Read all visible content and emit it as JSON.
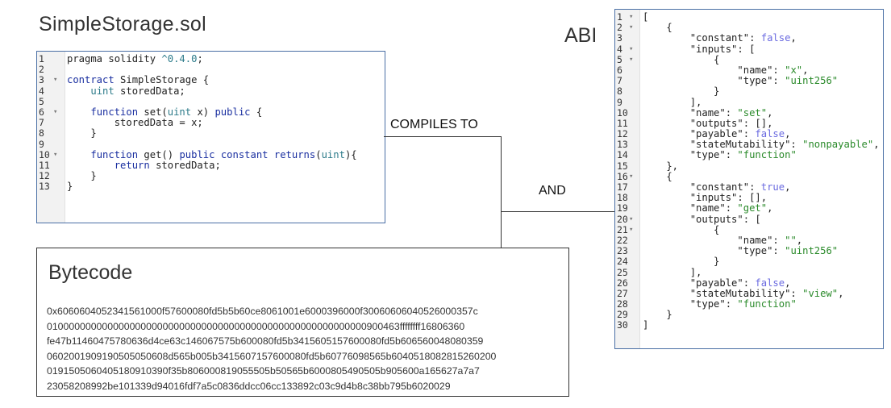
{
  "solidity": {
    "title": "SimpleStorage.sol",
    "lines": [
      {
        "n": "1",
        "fold": false,
        "parts": [
          {
            "t": "pragma solidity ",
            "c": ""
          },
          {
            "t": "^0.4.0",
            "c": "num"
          },
          {
            "t": ";",
            "c": ""
          }
        ]
      },
      {
        "n": "2",
        "fold": false,
        "parts": []
      },
      {
        "n": "3",
        "fold": true,
        "parts": [
          {
            "t": "contract",
            "c": "kw"
          },
          {
            "t": " SimpleStorage {",
            "c": ""
          }
        ]
      },
      {
        "n": "4",
        "fold": false,
        "parts": [
          {
            "t": "    ",
            "c": ""
          },
          {
            "t": "uint",
            "c": "type"
          },
          {
            "t": " storedData;",
            "c": ""
          }
        ]
      },
      {
        "n": "5",
        "fold": false,
        "parts": []
      },
      {
        "n": "6",
        "fold": true,
        "parts": [
          {
            "t": "    ",
            "c": ""
          },
          {
            "t": "function",
            "c": "kw"
          },
          {
            "t": " set(",
            "c": ""
          },
          {
            "t": "uint",
            "c": "type"
          },
          {
            "t": " x) ",
            "c": ""
          },
          {
            "t": "public",
            "c": "kw"
          },
          {
            "t": " {",
            "c": ""
          }
        ]
      },
      {
        "n": "7",
        "fold": false,
        "parts": [
          {
            "t": "        storedData = x;",
            "c": ""
          }
        ]
      },
      {
        "n": "8",
        "fold": false,
        "parts": [
          {
            "t": "    }",
            "c": ""
          }
        ]
      },
      {
        "n": "9",
        "fold": false,
        "parts": []
      },
      {
        "n": "10",
        "fold": true,
        "parts": [
          {
            "t": "    ",
            "c": ""
          },
          {
            "t": "function",
            "c": "kw"
          },
          {
            "t": " get() ",
            "c": ""
          },
          {
            "t": "public",
            "c": "kw"
          },
          {
            "t": " ",
            "c": ""
          },
          {
            "t": "constant",
            "c": "kw"
          },
          {
            "t": " ",
            "c": ""
          },
          {
            "t": "returns",
            "c": "kw"
          },
          {
            "t": "(",
            "c": ""
          },
          {
            "t": "uint",
            "c": "type"
          },
          {
            "t": "){",
            "c": ""
          }
        ]
      },
      {
        "n": "11",
        "fold": false,
        "parts": [
          {
            "t": "        ",
            "c": ""
          },
          {
            "t": "return",
            "c": "kw"
          },
          {
            "t": " storedData;",
            "c": ""
          }
        ]
      },
      {
        "n": "12",
        "fold": false,
        "parts": [
          {
            "t": "    }",
            "c": ""
          }
        ]
      },
      {
        "n": "13",
        "fold": false,
        "parts": [
          {
            "t": "}",
            "c": ""
          }
        ]
      }
    ]
  },
  "labels": {
    "compiles_to": "COMPILES TO",
    "and": "AND"
  },
  "abi": {
    "title": "ABI",
    "lines": [
      {
        "n": "1",
        "fold": true,
        "parts": [
          {
            "t": "[",
            "c": ""
          }
        ]
      },
      {
        "n": "2",
        "fold": true,
        "parts": [
          {
            "t": "    {",
            "c": ""
          }
        ]
      },
      {
        "n": "3",
        "fold": false,
        "parts": [
          {
            "t": "        \"constant\": ",
            "c": ""
          },
          {
            "t": "false",
            "c": "const"
          },
          {
            "t": ",",
            "c": ""
          }
        ]
      },
      {
        "n": "4",
        "fold": true,
        "parts": [
          {
            "t": "        \"inputs\": [",
            "c": ""
          }
        ]
      },
      {
        "n": "5",
        "fold": true,
        "parts": [
          {
            "t": "            {",
            "c": ""
          }
        ]
      },
      {
        "n": "6",
        "fold": false,
        "parts": [
          {
            "t": "                \"name\": ",
            "c": ""
          },
          {
            "t": "\"x\"",
            "c": "str"
          },
          {
            "t": ",",
            "c": ""
          }
        ]
      },
      {
        "n": "7",
        "fold": false,
        "parts": [
          {
            "t": "                \"type\": ",
            "c": ""
          },
          {
            "t": "\"uint256\"",
            "c": "str"
          }
        ]
      },
      {
        "n": "8",
        "fold": false,
        "parts": [
          {
            "t": "            }",
            "c": ""
          }
        ]
      },
      {
        "n": "9",
        "fold": false,
        "parts": [
          {
            "t": "        ],",
            "c": ""
          }
        ]
      },
      {
        "n": "10",
        "fold": false,
        "parts": [
          {
            "t": "        \"name\": ",
            "c": ""
          },
          {
            "t": "\"set\"",
            "c": "str"
          },
          {
            "t": ",",
            "c": ""
          }
        ]
      },
      {
        "n": "11",
        "fold": false,
        "parts": [
          {
            "t": "        \"outputs\": [],",
            "c": ""
          }
        ]
      },
      {
        "n": "12",
        "fold": false,
        "parts": [
          {
            "t": "        \"payable\": ",
            "c": ""
          },
          {
            "t": "false",
            "c": "const"
          },
          {
            "t": ",",
            "c": ""
          }
        ]
      },
      {
        "n": "13",
        "fold": false,
        "parts": [
          {
            "t": "        \"stateMutability\": ",
            "c": ""
          },
          {
            "t": "\"nonpayable\"",
            "c": "str"
          },
          {
            "t": ",",
            "c": ""
          }
        ]
      },
      {
        "n": "14",
        "fold": false,
        "parts": [
          {
            "t": "        \"type\": ",
            "c": ""
          },
          {
            "t": "\"function\"",
            "c": "str"
          }
        ]
      },
      {
        "n": "15",
        "fold": false,
        "parts": [
          {
            "t": "    },",
            "c": ""
          }
        ]
      },
      {
        "n": "16",
        "fold": true,
        "parts": [
          {
            "t": "    {",
            "c": ""
          }
        ]
      },
      {
        "n": "17",
        "fold": false,
        "parts": [
          {
            "t": "        \"constant\": ",
            "c": ""
          },
          {
            "t": "true",
            "c": "const"
          },
          {
            "t": ",",
            "c": ""
          }
        ]
      },
      {
        "n": "18",
        "fold": false,
        "parts": [
          {
            "t": "        \"inputs\": [],",
            "c": ""
          }
        ]
      },
      {
        "n": "19",
        "fold": false,
        "parts": [
          {
            "t": "        \"name\": ",
            "c": ""
          },
          {
            "t": "\"get\"",
            "c": "str"
          },
          {
            "t": ",",
            "c": ""
          }
        ]
      },
      {
        "n": "20",
        "fold": true,
        "parts": [
          {
            "t": "        \"outputs\": [",
            "c": ""
          }
        ]
      },
      {
        "n": "21",
        "fold": true,
        "parts": [
          {
            "t": "            {",
            "c": ""
          }
        ]
      },
      {
        "n": "22",
        "fold": false,
        "parts": [
          {
            "t": "                \"name\": ",
            "c": ""
          },
          {
            "t": "\"\"",
            "c": "str"
          },
          {
            "t": ",",
            "c": ""
          }
        ]
      },
      {
        "n": "23",
        "fold": false,
        "parts": [
          {
            "t": "                \"type\": ",
            "c": ""
          },
          {
            "t": "\"uint256\"",
            "c": "str"
          }
        ]
      },
      {
        "n": "24",
        "fold": false,
        "parts": [
          {
            "t": "            }",
            "c": ""
          }
        ]
      },
      {
        "n": "25",
        "fold": false,
        "parts": [
          {
            "t": "        ],",
            "c": ""
          }
        ]
      },
      {
        "n": "26",
        "fold": false,
        "parts": [
          {
            "t": "        \"payable\": ",
            "c": ""
          },
          {
            "t": "false",
            "c": "const"
          },
          {
            "t": ",",
            "c": ""
          }
        ]
      },
      {
        "n": "27",
        "fold": false,
        "parts": [
          {
            "t": "        \"stateMutability\": ",
            "c": ""
          },
          {
            "t": "\"view\"",
            "c": "str"
          },
          {
            "t": ",",
            "c": ""
          }
        ]
      },
      {
        "n": "28",
        "fold": false,
        "parts": [
          {
            "t": "        \"type\": ",
            "c": ""
          },
          {
            "t": "\"function\"",
            "c": "str"
          }
        ]
      },
      {
        "n": "29",
        "fold": false,
        "parts": [
          {
            "t": "    }",
            "c": ""
          }
        ]
      },
      {
        "n": "30",
        "fold": false,
        "parts": [
          {
            "t": "]",
            "c": ""
          }
        ]
      }
    ]
  },
  "bytecode": {
    "title": "Bytecode",
    "lines": [
      "0x6060604052341561000f57600080fd5b5b60ce8061001e6000396000f30060606040526000357c",
      "0100000000000000000000000000000000000000000000000000000000900463ffffffff16806360",
      "fe47b11460475780636d4ce63c146067575b600080fd5b3415605157600080fd5b606560048080359",
      "0602001909190505050608d565b005b3415607157600080fd5b60776098565b6040518082815260200",
      "0191505060405180910390f35b806000819055505b50565b6000805490505b905600a165627a7a7",
      "23058208992be101339d94016fdf7a5c0836ddcc06cc133892c03c9d4b8c38bb795b6020029"
    ]
  },
  "colors": {
    "box_border": "#4a6fa5",
    "keyword": "#1a2fa0",
    "number": "#2d7b8a",
    "string": "#2a8a2a",
    "constant": "#6a6ae0"
  }
}
